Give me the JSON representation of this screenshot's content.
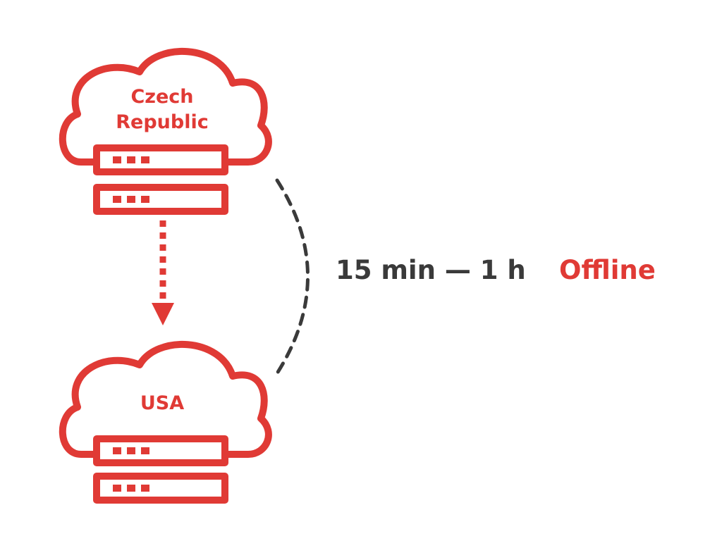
{
  "colors": {
    "accent": "#e03a35",
    "text_dark": "#3a3a3a",
    "background": "#ffffff"
  },
  "icons": [
    "cloud-server-icon",
    "arrow-down-icon",
    "dashed-arc"
  ],
  "source_node": {
    "line1": "Czech",
    "line2": "Republic"
  },
  "target_node": {
    "label": "USA"
  },
  "sync": {
    "interval": "15 min — 1 h",
    "status": "Offline"
  }
}
